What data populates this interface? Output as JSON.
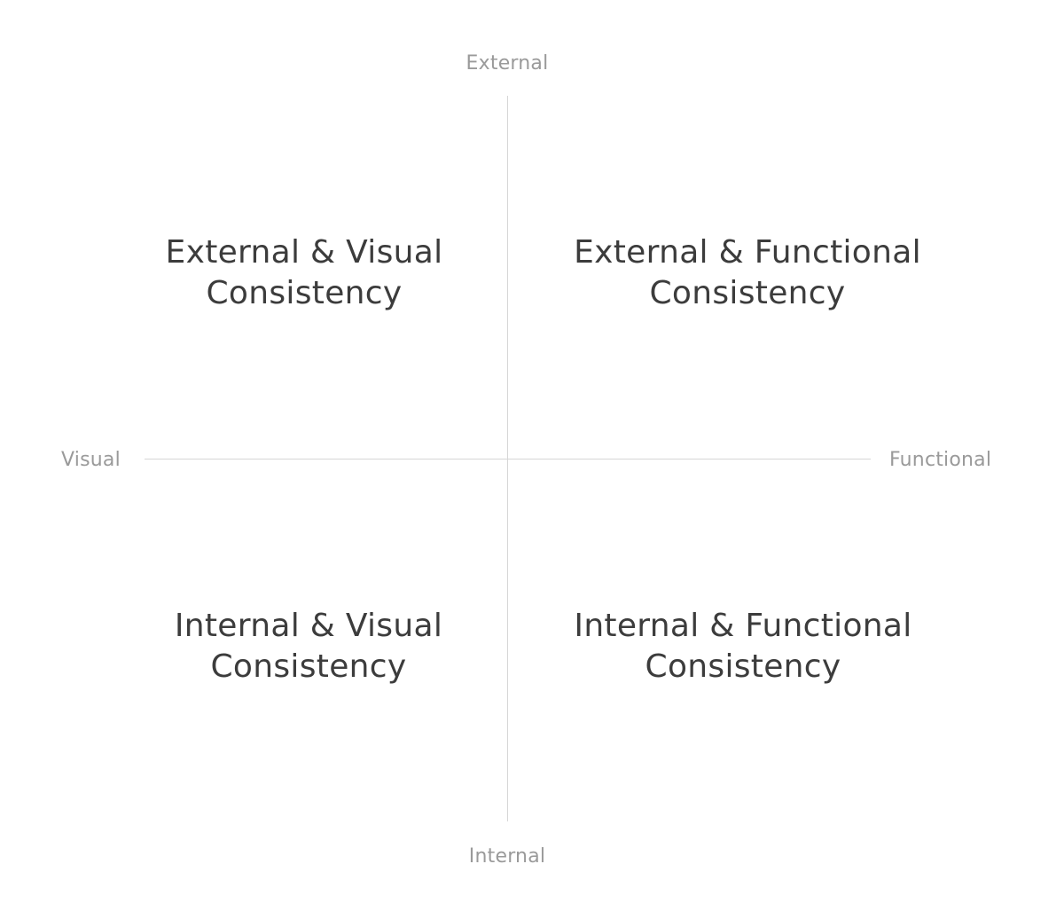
{
  "axes": {
    "top": "External",
    "bottom": "Internal",
    "left": "Visual",
    "right": "Functional"
  },
  "quadrants": {
    "top_left": {
      "line1": "External & Visual",
      "line2": "Consistency"
    },
    "top_right": {
      "line1": "External & Functional",
      "line2": "Consistency"
    },
    "bottom_left": {
      "line1": "Internal & Visual",
      "line2": "Consistency"
    },
    "bottom_right": {
      "line1": "Internal & Functional",
      "line2": "Consistency"
    }
  },
  "colors": {
    "axis_line": "#d6d6d6",
    "axis_label": "#9a9a9a",
    "quadrant_text": "#3c3c3c",
    "background": "#ffffff"
  }
}
